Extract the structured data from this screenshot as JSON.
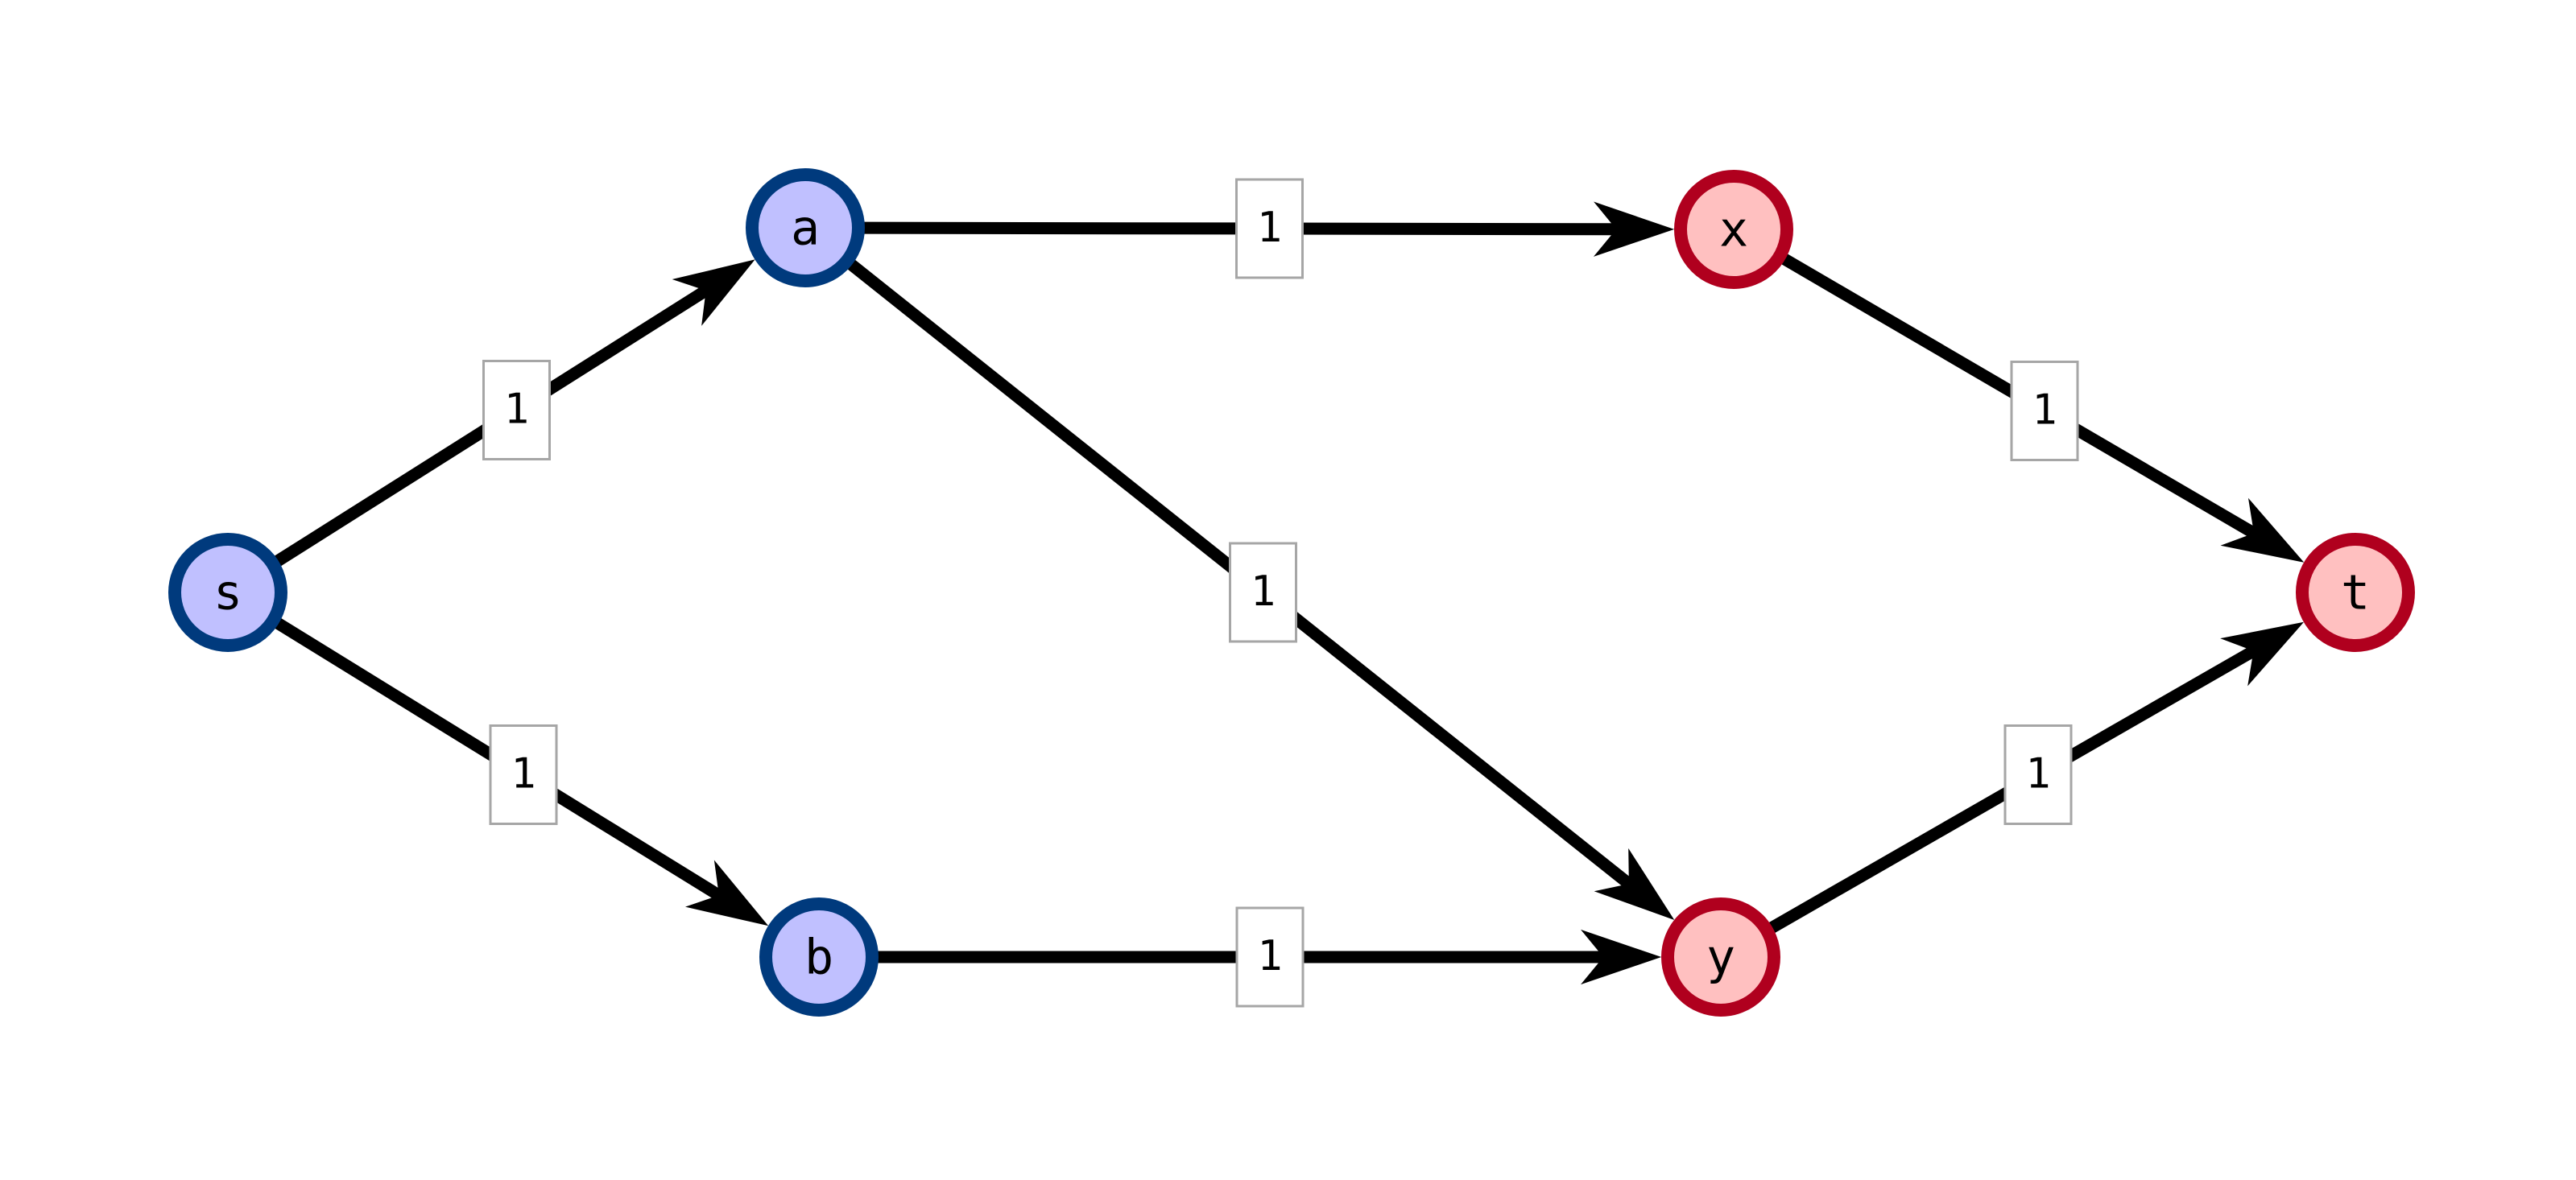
{
  "diagram": {
    "type": "flow-network",
    "nodes": [
      {
        "id": "s",
        "label": "s",
        "group": "source-side"
      },
      {
        "id": "a",
        "label": "a",
        "group": "source-side"
      },
      {
        "id": "b",
        "label": "b",
        "group": "source-side"
      },
      {
        "id": "x",
        "label": "x",
        "group": "sink-side"
      },
      {
        "id": "y",
        "label": "y",
        "group": "sink-side"
      },
      {
        "id": "t",
        "label": "t",
        "group": "sink-side"
      }
    ],
    "edges": [
      {
        "from": "s",
        "to": "a",
        "label": "1"
      },
      {
        "from": "s",
        "to": "b",
        "label": "1"
      },
      {
        "from": "a",
        "to": "x",
        "label": "1"
      },
      {
        "from": "a",
        "to": "y",
        "label": "1"
      },
      {
        "from": "b",
        "to": "y",
        "label": "1"
      },
      {
        "from": "x",
        "to": "t",
        "label": "1"
      },
      {
        "from": "y",
        "to": "t",
        "label": "1"
      }
    ],
    "colors": {
      "source_side_fill": "#c0c0ff",
      "source_side_stroke": "#003a7d",
      "sink_side_fill": "#ffc0c0",
      "sink_side_stroke": "#b0001e",
      "edge": "#000000",
      "label_border": "#a6a6a6"
    }
  }
}
